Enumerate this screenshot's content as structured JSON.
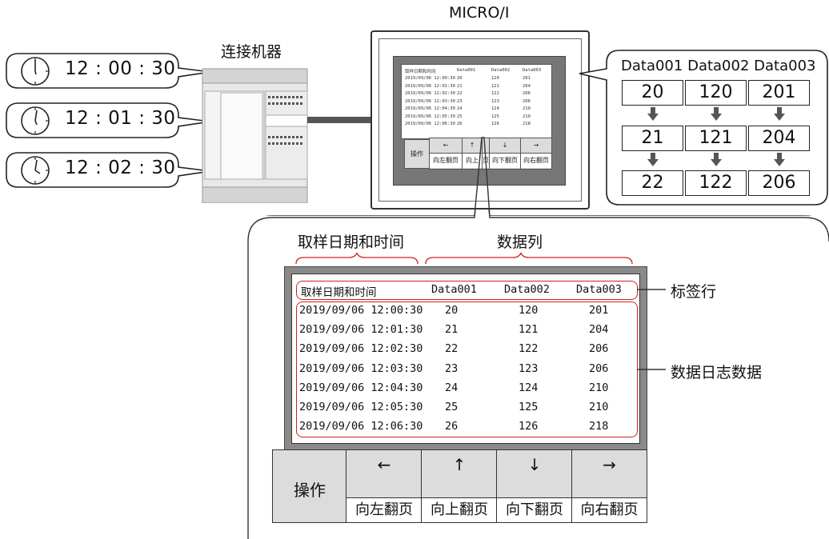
{
  "device_label": "连接机器",
  "hmi_label": "MICRO/I",
  "clock_times": [
    "12 : 00 : 30",
    "12 : 01 : 30",
    "12 : 02 : 30"
  ],
  "data_columns": {
    "headers": [
      "Data001",
      "Data002",
      "Data003"
    ],
    "rows": [
      [
        "20",
        "120",
        "201"
      ],
      [
        "21",
        "121",
        "204"
      ],
      [
        "22",
        "122",
        "206"
      ]
    ]
  },
  "table": {
    "header": [
      "取样日期和时间",
      "Data001",
      "Data002",
      "Data003"
    ],
    "rows": [
      [
        "2019/09/06  12:00:30",
        "20",
        "120",
        "201"
      ],
      [
        "2019/09/06  12:01:30",
        "21",
        "121",
        "204"
      ],
      [
        "2019/09/06  12:02:30",
        "22",
        "122",
        "206"
      ],
      [
        "2019/09/06  12:03:30",
        "23",
        "123",
        "206"
      ],
      [
        "2019/09/06  12:04:30",
        "24",
        "124",
        "210"
      ],
      [
        "2019/09/06  12:05:30",
        "25",
        "125",
        "210"
      ],
      [
        "2019/09/06  12:06:30",
        "26",
        "126",
        "218"
      ]
    ],
    "mini_rows": [
      [
        "2019/09/06 12:00:30",
        "20",
        "120",
        "201"
      ],
      [
        "2019/09/06 12:01:30",
        "21",
        "121",
        "204"
      ],
      [
        "2019/09/06 12:02:30",
        "22",
        "122",
        "206"
      ],
      [
        "2019/09/06 12:03:30",
        "23",
        "123",
        "206"
      ],
      [
        "2019/09/06 12:04:30",
        "24",
        "124",
        "210"
      ],
      [
        "2019/09/06 12:05:30",
        "25",
        "125",
        "210"
      ],
      [
        "2019/09/06 12:06:30",
        "26",
        "126",
        "218"
      ]
    ],
    "mini_header": [
      "取样日期和时间",
      "Data001",
      "Data002",
      "Data003"
    ]
  },
  "brace_labels": {
    "datetime": "取样日期和时间",
    "columns": "数据列"
  },
  "callouts": {
    "label_row": "标签行",
    "log_data": "数据日志数据"
  },
  "buttons": {
    "operate": "操作",
    "arrows": [
      "←",
      "↑",
      "↓",
      "→"
    ],
    "pages": [
      "向左翻页",
      "向上翻页",
      "向下翻页",
      "向右翻页"
    ],
    "mini_pages": [
      "向左翻页",
      "向上",
      "页",
      "向下翻页",
      "向右翻页"
    ]
  }
}
